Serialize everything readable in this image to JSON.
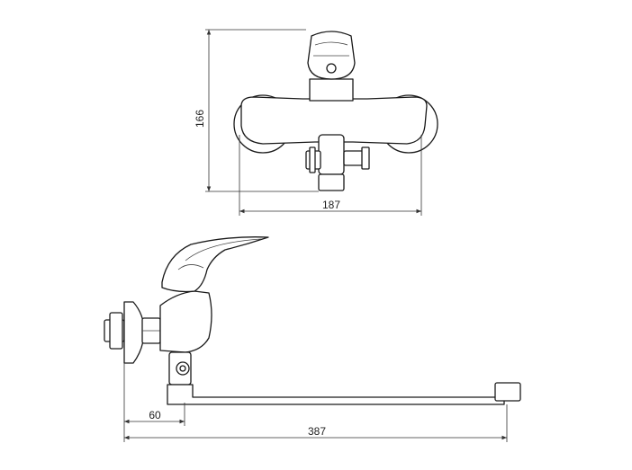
{
  "dimensions": {
    "height": "166",
    "width": "187",
    "wall_offset": "60",
    "total_length": "387"
  }
}
